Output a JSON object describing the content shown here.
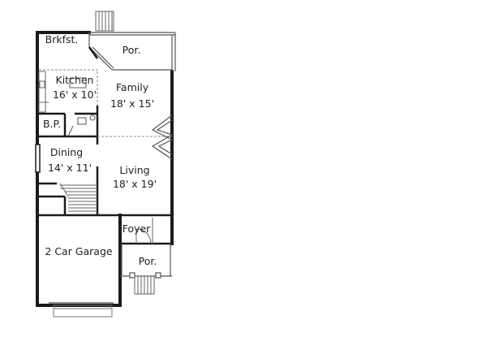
{
  "rooms": {
    "breakfast": {
      "name": "Brkfst."
    },
    "porch_rear": {
      "name": "Por."
    },
    "kitchen": {
      "name": "Kitchen",
      "size": "16' x 10'"
    },
    "family": {
      "name": "Family",
      "size": "18' x 15'"
    },
    "butler_pantry": {
      "name": "B.P."
    },
    "dining": {
      "name": "Dining",
      "size": "14' x 11'"
    },
    "living": {
      "name": "Living",
      "size": "18' x 19'"
    },
    "foyer": {
      "name": "Foyer"
    },
    "garage": {
      "name": "2 Car Garage"
    },
    "porch_front": {
      "name": "Por."
    }
  },
  "colors": {
    "wall": "#1a1a1a",
    "thin_line": "#555555",
    "light_line": "#999999",
    "background": "#ffffff"
  }
}
